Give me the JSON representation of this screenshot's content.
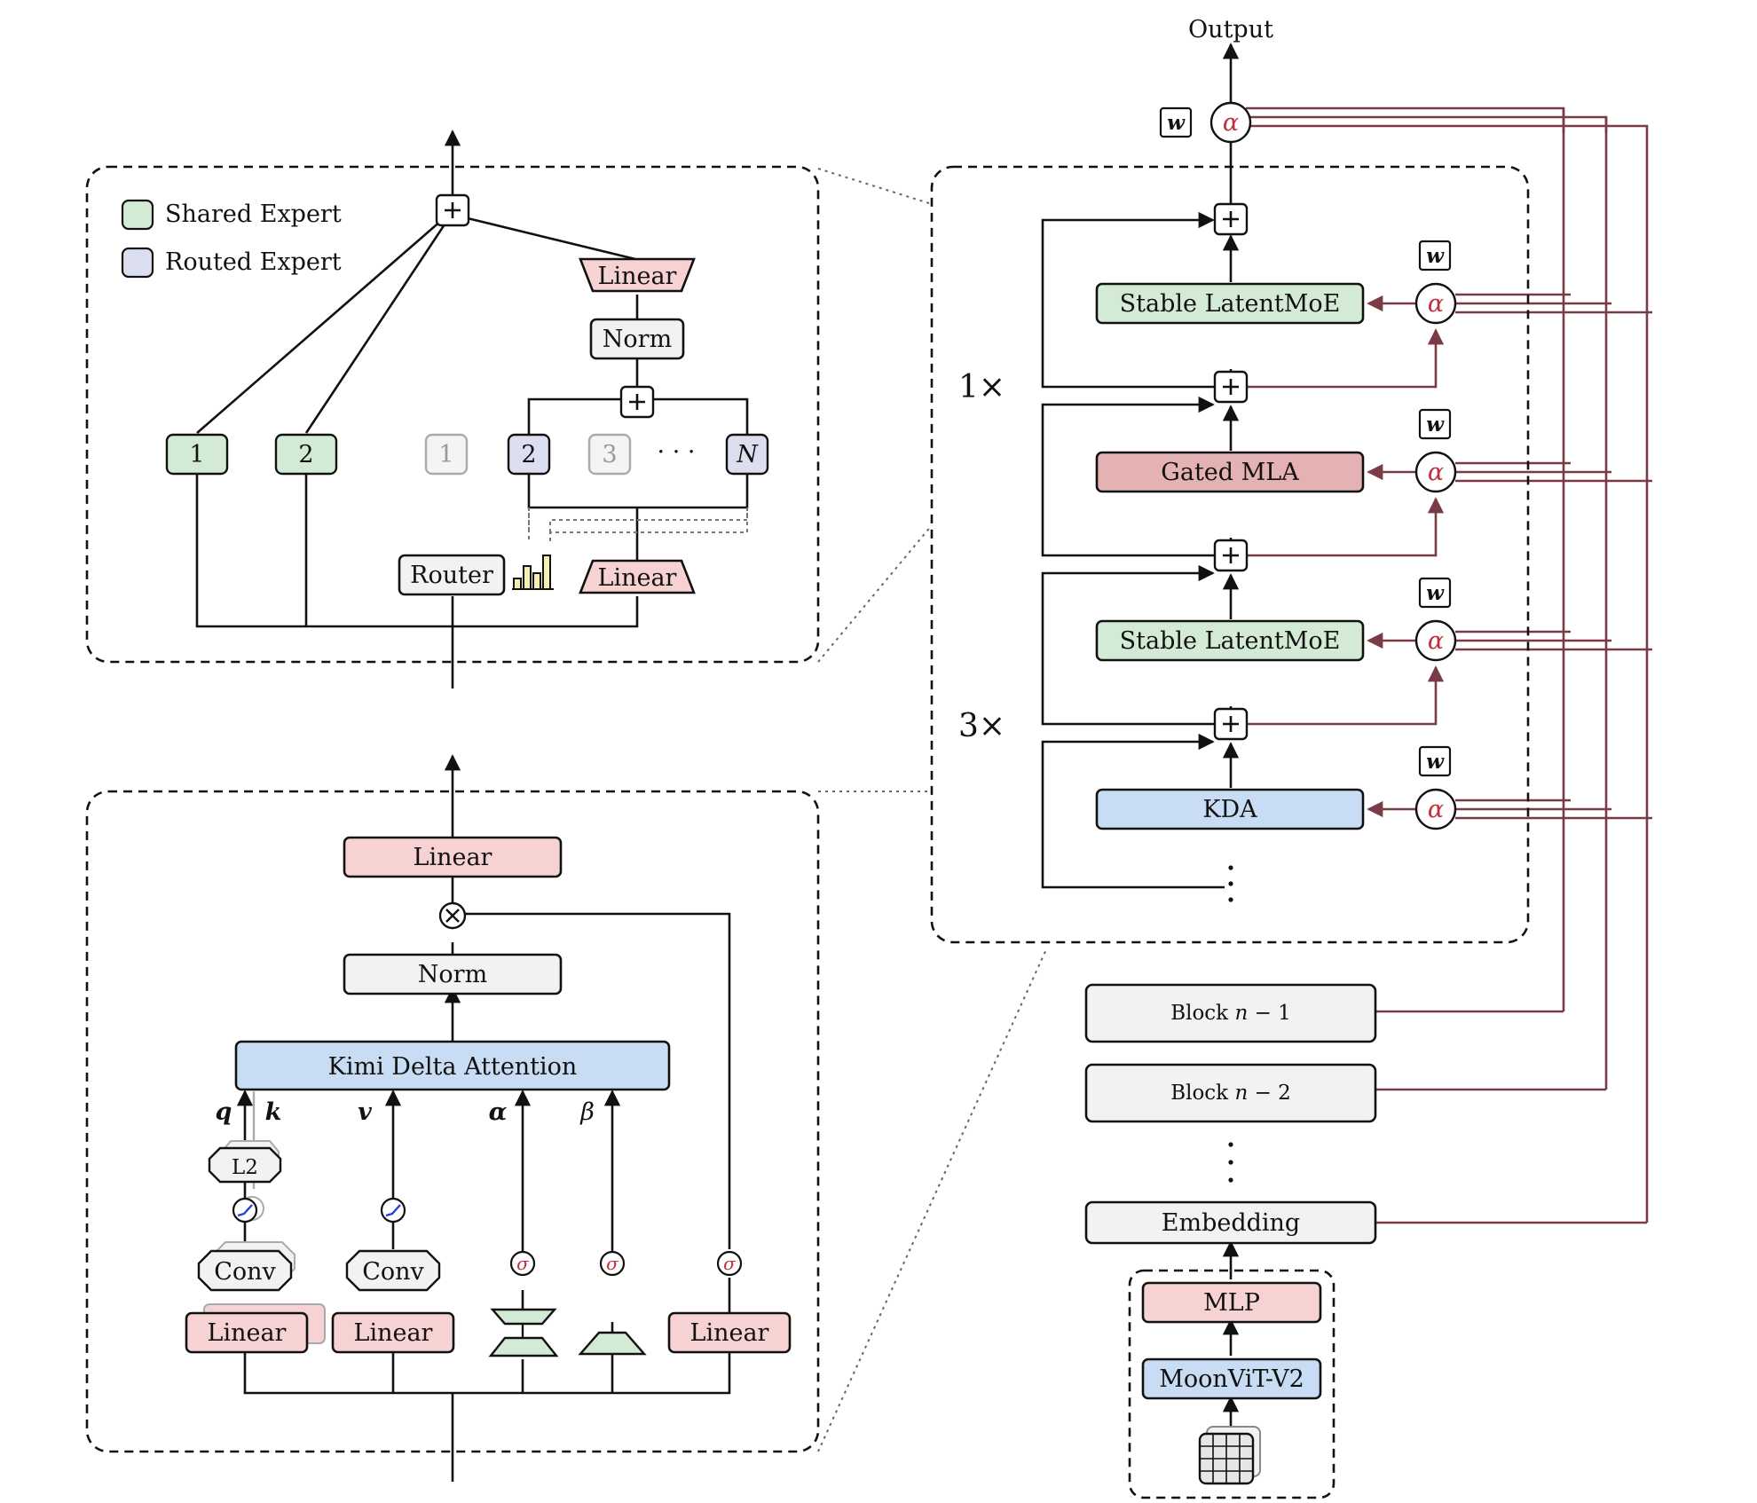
{
  "output_label": "Output",
  "weight_symbol": "w",
  "alpha_symbol": "α",
  "legend": {
    "shared_label": "Shared Expert",
    "routed_label": "Routed Expert"
  },
  "moe": {
    "top_linear": "Linear",
    "norm": "Norm",
    "bottom_linear": "Linear",
    "router": "Router",
    "shared_1": "1",
    "shared_2": "2",
    "routed_1": "1",
    "routed_2": "2",
    "routed_3": "3",
    "routed_dots": "· · ·",
    "routed_n": "N"
  },
  "kda": {
    "top_linear": "Linear",
    "norm": "Norm",
    "attention": "Kimi Delta Attention",
    "q": "q",
    "k": "k",
    "v": "v",
    "alpha": "α",
    "beta": "β",
    "l2": "L2",
    "conv_qk": "Conv",
    "conv_v": "Conv",
    "linear_qk": "Linear",
    "linear_v": "Linear",
    "linear_gate": "Linear",
    "sigma": "σ"
  },
  "stack": {
    "repeat_top": "1×",
    "repeat_bottom": "3×",
    "blocks": [
      "Stable LatentMoE",
      "Gated MLA",
      "Stable LatentMoE",
      "KDA"
    ],
    "block_prev1": "Block",
    "block_prev1_var": "n",
    "block_prev1_num": "− 1",
    "block_prev2": "Block",
    "block_prev2_var": "n",
    "block_prev2_num": "− 2",
    "embedding": "Embedding",
    "mlp": "MLP",
    "vit": "MoonViT-V2"
  },
  "colors": {
    "green": "#d3ebd4",
    "lavender": "#dcdff0",
    "pink": "#f6d3d2",
    "red": "#e4b2b3",
    "blue": "#c8dcf4",
    "gray": "#f2f2f2",
    "residual": "#7a3b46",
    "alpha": "#c0303a"
  }
}
